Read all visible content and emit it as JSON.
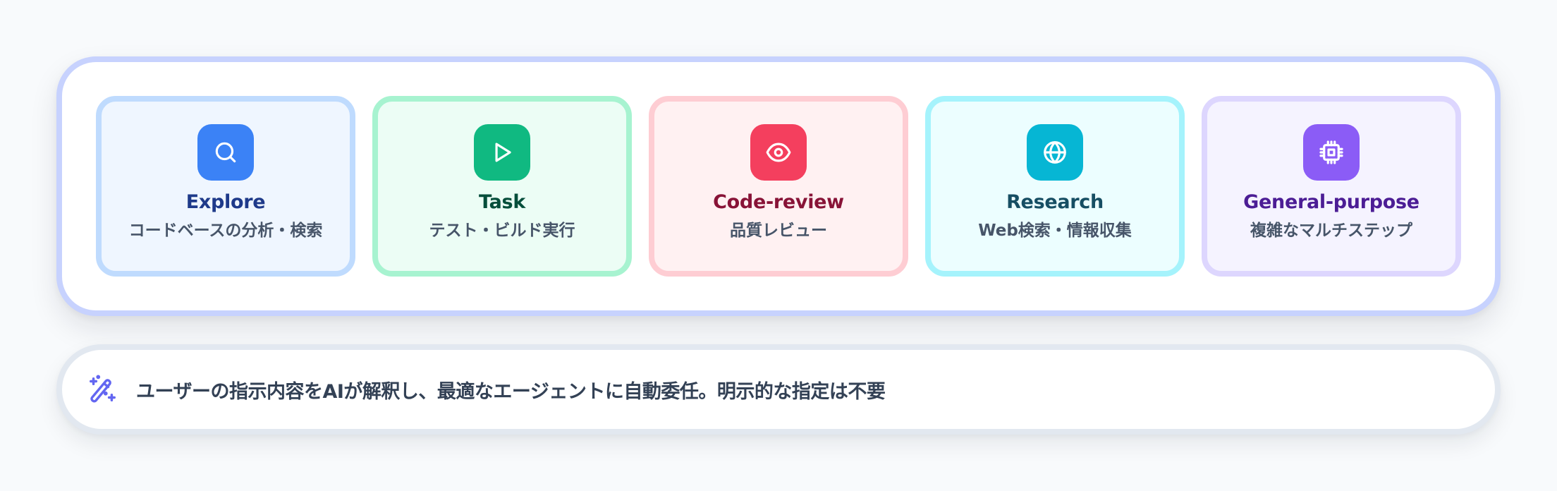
{
  "agents": [
    {
      "key": "explore",
      "title": "Explore",
      "description": "コードベースの分析・検索",
      "icon": "search-icon",
      "colors": {
        "icon_bg": "#3b82f6",
        "card_bg": "#eff6ff",
        "border": "#bfdbfe",
        "title": "#1e3a8a"
      }
    },
    {
      "key": "task",
      "title": "Task",
      "description": "テスト・ビルド実行",
      "icon": "play-icon",
      "colors": {
        "icon_bg": "#10b981",
        "card_bg": "#ecfdf5",
        "border": "#a7f3d0",
        "title": "#064e3b"
      }
    },
    {
      "key": "code-review",
      "title": "Code-review",
      "description": "品質レビュー",
      "icon": "eye-icon",
      "colors": {
        "icon_bg": "#f43f5e",
        "card_bg": "#fff1f2",
        "border": "#fecdd3",
        "title": "#881337"
      }
    },
    {
      "key": "research",
      "title": "Research",
      "description": "Web検索・情報収集",
      "icon": "globe-icon",
      "colors": {
        "icon_bg": "#06b6d4",
        "card_bg": "#ecfeff",
        "border": "#a5f3fc",
        "title": "#164e63"
      }
    },
    {
      "key": "general-purpose",
      "title": "General-purpose",
      "description": "複雑なマルチステップ",
      "icon": "cpu-icon",
      "colors": {
        "icon_bg": "#8b5cf6",
        "card_bg": "#f5f3ff",
        "border": "#ddd6fe",
        "title": "#4c1d95"
      }
    }
  ],
  "info": {
    "icon": "magic-wand-icon",
    "icon_color": "#6366f1",
    "text": "ユーザーの指示内容をAIが解釈し、最適なエージェントに自動委任。明示的な指定は不要"
  },
  "theme": {
    "page_bg": "#f8fafc",
    "panel_border": "#c7d2fe",
    "info_border": "#e2e8f0",
    "description_color": "#475569",
    "info_text_color": "#334155"
  }
}
